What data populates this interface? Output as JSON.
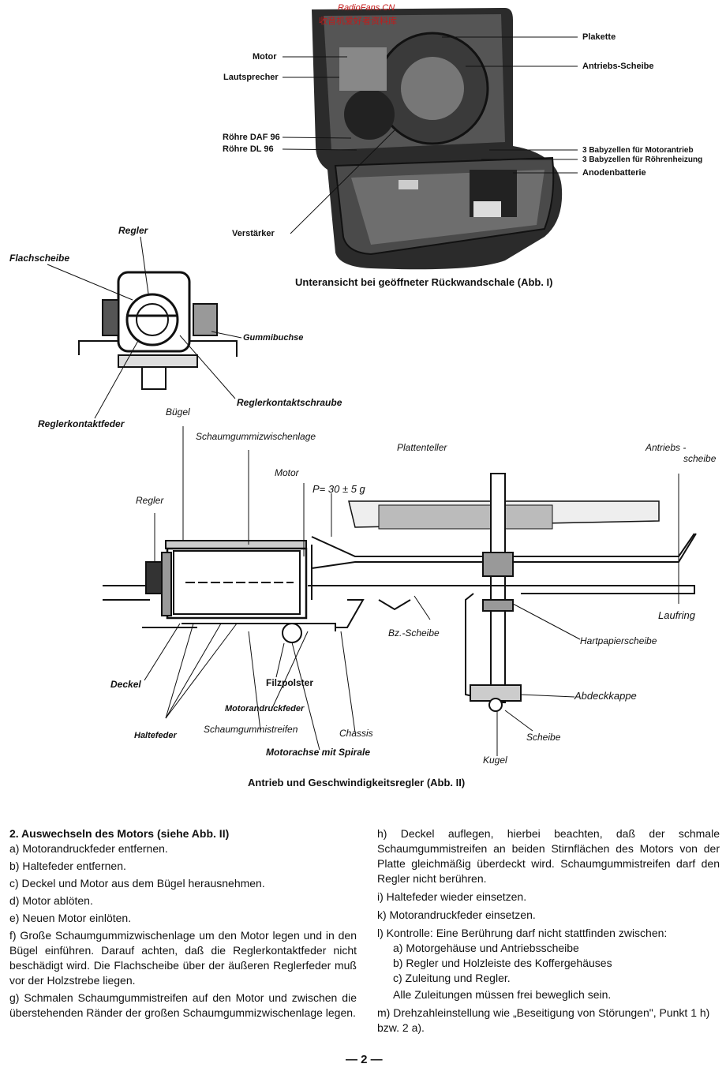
{
  "watermark": {
    "line1": "RadioFans.CN",
    "line2": "收音机爱好者资料库"
  },
  "figure1": {
    "labels_left": [
      "Motor",
      "Lautsprecher",
      "Röhre DAF 96",
      "Röhre DL 96",
      "Verstärker"
    ],
    "labels_right": [
      "Plakette",
      "Antriebs-Scheibe",
      "3 Babyzellen für Motorantrieb",
      "3 Babyzellen für Röhrenheizung",
      "Anodenbatterie"
    ],
    "caption": "Unteransicht bei geöffneter Rückwandschale (Abb. I)"
  },
  "regler_detail": {
    "labels": [
      "Regler",
      "Flachscheibe",
      "Gummibuchse",
      "Reglerkontaktschraube",
      "Reglerkontaktfeder"
    ]
  },
  "figure2": {
    "labels": [
      "Bügel",
      "Schaumgummizwischenlage",
      "Motor",
      "Regler",
      "Plattenteller",
      "Antriebs -",
      "scheibe",
      "P= 30 ± 5 g",
      "Laufring",
      "Bz.-Scheibe",
      "Hartpapierscheibe",
      "Abdeckkappe",
      "Scheibe",
      "Kugel",
      "Deckel",
      "Filzpolster",
      "Motorandruckfeder",
      "Haltefeder",
      "Schaumgummistreifen",
      "Chassis",
      "Motorachse mit Spirale"
    ],
    "caption": "Antrieb und Geschwindigkeitsregler (Abb. II)"
  },
  "instructions": {
    "heading": "2. Auswechseln des Motors (siehe Abb. II)",
    "left": [
      "a) Motorandruckfeder entfernen.",
      "b) Haltefeder entfernen.",
      "c) Deckel und Motor aus dem Bügel herausnehmen.",
      "d) Motor ablöten.",
      "e) Neuen Motor einlöten.",
      "f) Große Schaumgummizwischenlage um den Motor legen und in den Bügel einführen. Darauf achten, daß die Reglerkontaktfeder nicht beschädigt wird. Die Flachscheibe über der äußeren Reglerfeder muß vor der Holzstrebe liegen.",
      "g) Schmalen Schaumgummistreifen auf den Motor und zwischen die überstehenden Ränder der großen Schaumgummizwischenlage legen."
    ],
    "right": [
      "h) Deckel auflegen, hierbei beachten, daß der schmale Schaumgummistreifen an beiden Stirnflächen des Motors von der Platte gleichmäßig überdeckt wird. Schaumgummistreifen darf den Regler nicht berühren.",
      "i) Haltefeder wieder einsetzen.",
      "k) Motorandruckfeder einsetzen.",
      "l) Kontrolle: Eine Berührung darf nicht stattfinden zwischen:",
      "a) Motorgehäuse und Antriebsscheibe",
      "b) Regler und Holzleiste des Koffergehäuses",
      "c) Zuleitung und Regler.",
      "Alle Zuleitungen müssen frei beweglich sein.",
      "m) Drehzahleinstellung wie „Beseitigung von Störungen\", Punkt 1 h) bzw. 2 a)."
    ]
  },
  "page_number": "— 2 —"
}
